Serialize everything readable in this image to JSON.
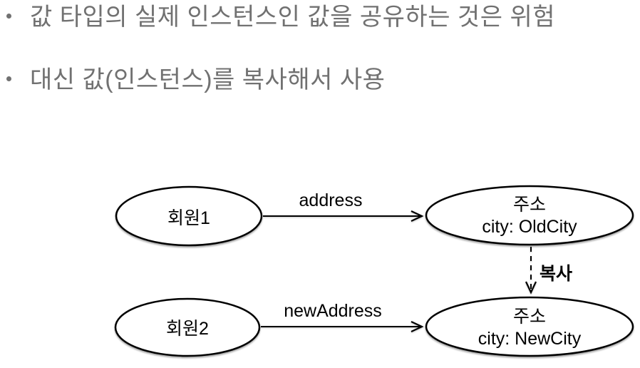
{
  "slide": {
    "background_color": "#ffffff",
    "bullet_text_color": "#717171",
    "diagram_stroke_color": "#000000"
  },
  "bullets": [
    "값 타입의 실제 인스턴스인 값을 공유하는 것은 위험",
    "대신 값(인스턴스)를 복사해서 사용"
  ],
  "diagram": {
    "nodes": {
      "member1": "회원1",
      "member2": "회원2",
      "old_address_line1": "주소",
      "old_address_line2": "city: OldCity",
      "new_address_line1": "주소",
      "new_address_line2": "city: NewCity"
    },
    "edges": {
      "address_label": "address",
      "new_address_label": "newAddress",
      "copy_label": "복사"
    }
  }
}
